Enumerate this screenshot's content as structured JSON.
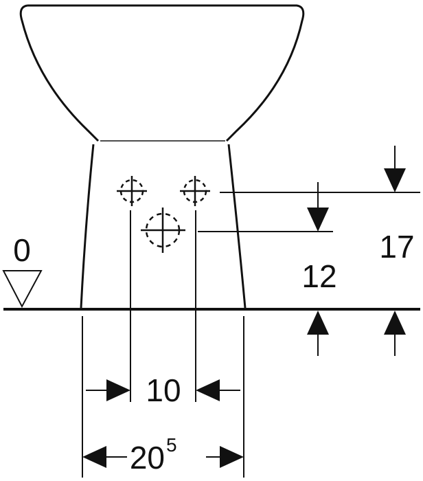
{
  "diagram": {
    "datum_label": "0",
    "dim_upper_height": "17",
    "dim_lower_height": "12",
    "dim_pipe_spacing": "10",
    "dim_base_width_main": "20",
    "dim_base_width_sup": "5"
  },
  "colors": {
    "line": "#111111",
    "background": "#ffffff"
  }
}
